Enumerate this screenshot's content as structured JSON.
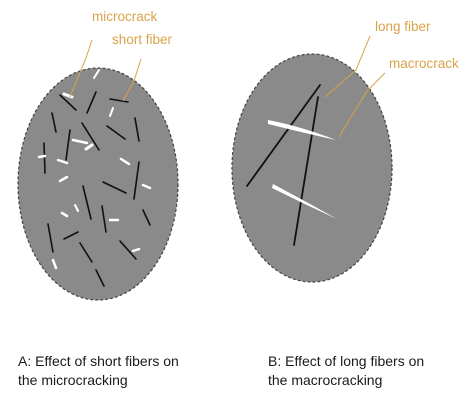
{
  "colors": {
    "circle_fill": "#8a8a8a",
    "circle_border": "#444444",
    "callout": "#d9a34a",
    "crack": "#ffffff",
    "fiber": "#111111"
  },
  "panel_a": {
    "callouts": {
      "microcrack": "microcrack",
      "short_fiber": "short fiber"
    },
    "caption_line1": "A: Effect of short fibers on",
    "caption_line2": "the microcracking"
  },
  "panel_b": {
    "callouts": {
      "long_fiber": "long fiber",
      "macrocrack": "macrocrack"
    },
    "caption_line1": "B: Effect of long fibers on",
    "caption_line2": "the macrocracking"
  }
}
